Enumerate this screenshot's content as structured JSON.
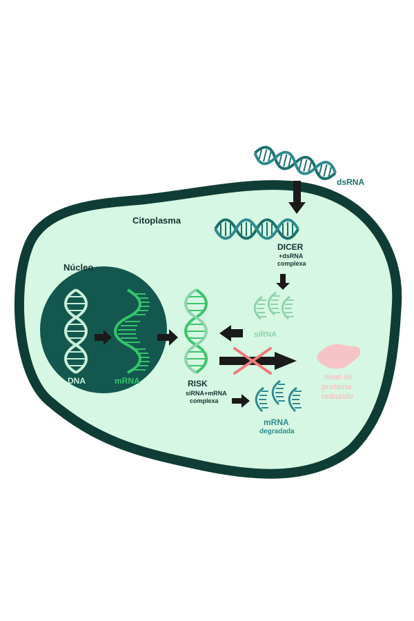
{
  "labels": {
    "cytoplasm": "Citoplasma",
    "nucleus": "Núcleo",
    "dna": "DNA",
    "mrna": "mRNA",
    "dsrna": "dsRNA",
    "dicer": "DICER",
    "dicer_sub1": "+dsRNA",
    "dicer_sub2": "complexa",
    "sirna": "siRNA",
    "risk": "RISK",
    "risk_sub1": "siRNA+mRNA",
    "risk_sub2": "complexa",
    "mrna_degraded": "mRNA",
    "mrna_degraded_sub": "degradada",
    "protein_1": "nível de",
    "protein_2": "proteína",
    "protein_3": "reduzido"
  },
  "colors": {
    "cell_border": "#0f3d35",
    "cytoplasm": "#d6f7e3",
    "nucleus": "#14574f",
    "dna_strand": "#c8f0da",
    "mrna_green": "#34c46a",
    "risk_green": "#3ec46d",
    "sirna_pale": "#8ed3ac",
    "teal_dark": "#1b6f6a",
    "teal": "#2f8a8f",
    "arrow": "#1a1a1a",
    "cross": "#f07a7a",
    "protein_pink": "#f6c4c7",
    "text_dark": "#12352f"
  }
}
